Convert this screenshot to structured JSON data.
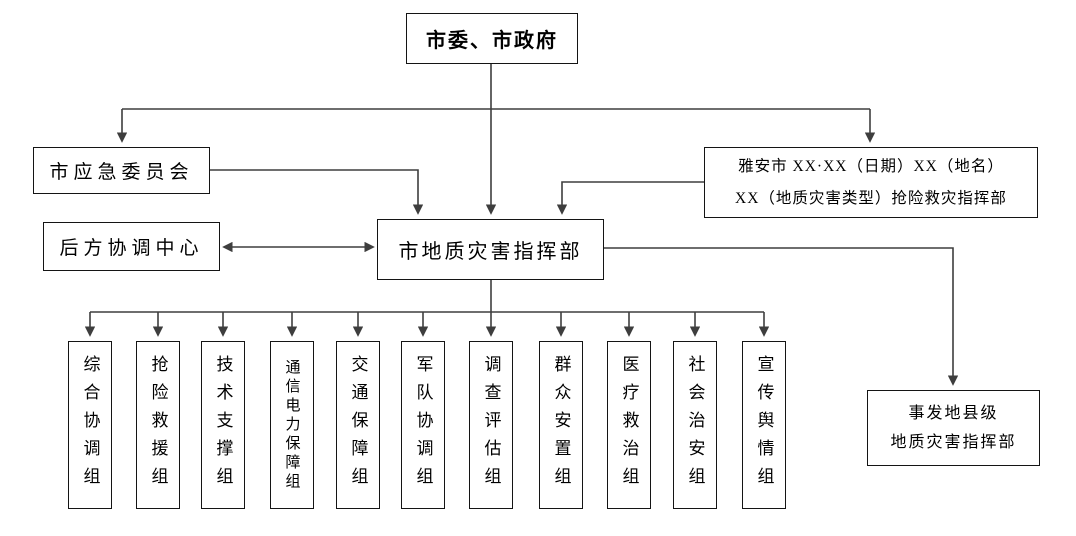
{
  "page": {
    "background": "#ffffff",
    "line_color": "#3e3e3e",
    "border_color": "#141414",
    "text_color": "#000000"
  },
  "nodes": {
    "government": {
      "label": "市委、市政府"
    },
    "emergency_committee": {
      "label": "市应急委员会"
    },
    "rear_coordination": {
      "label": "后方协调中心"
    },
    "city_hq": {
      "label": "市地质灾害指挥部"
    },
    "incident_hq": {
      "line1": "雅安市 XX·XX（日期）XX（地名）",
      "line2": "XX（地质灾害类型）抢险救灾指挥部"
    },
    "county_hq": {
      "line1": "事发地县级",
      "line2": "地质灾害指挥部"
    },
    "groups": [
      {
        "label": "综合协调组"
      },
      {
        "label": "抢险救援组"
      },
      {
        "label": "技术支撑组"
      },
      {
        "label": "通信电力保障组"
      },
      {
        "label": "交通保障组"
      },
      {
        "label": "军队协调组"
      },
      {
        "label": "调查评估组"
      },
      {
        "label": "群众安置组"
      },
      {
        "label": "医疗救治组"
      },
      {
        "label": "社会治安组"
      },
      {
        "label": "宣传舆情组"
      }
    ]
  }
}
